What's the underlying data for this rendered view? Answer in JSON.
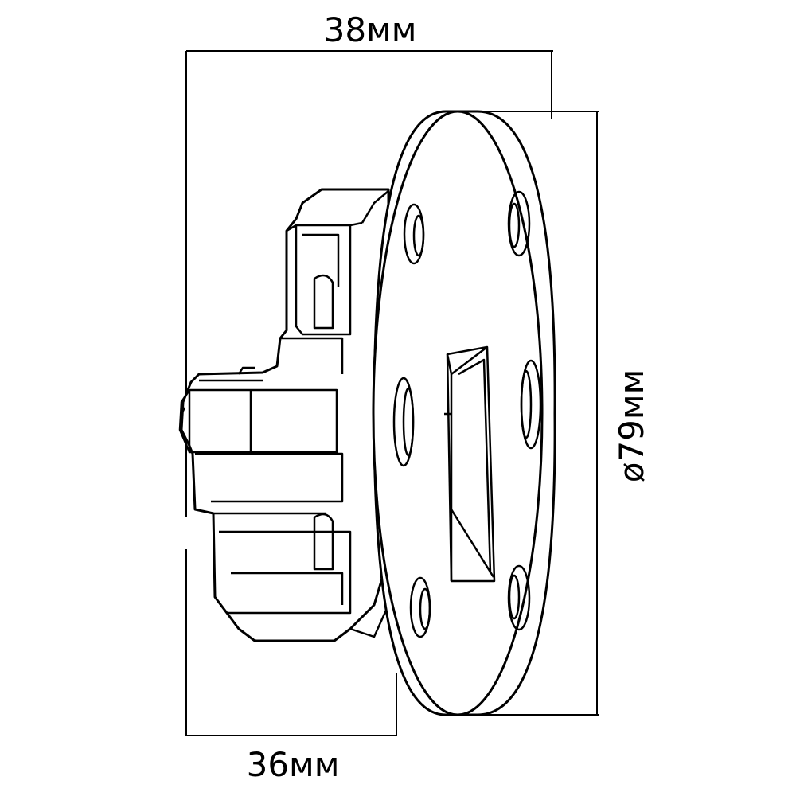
{
  "dimensions": {
    "overall_length": "38мм",
    "flange_offset": "36мм",
    "flange_diameter": "ø79мм"
  }
}
